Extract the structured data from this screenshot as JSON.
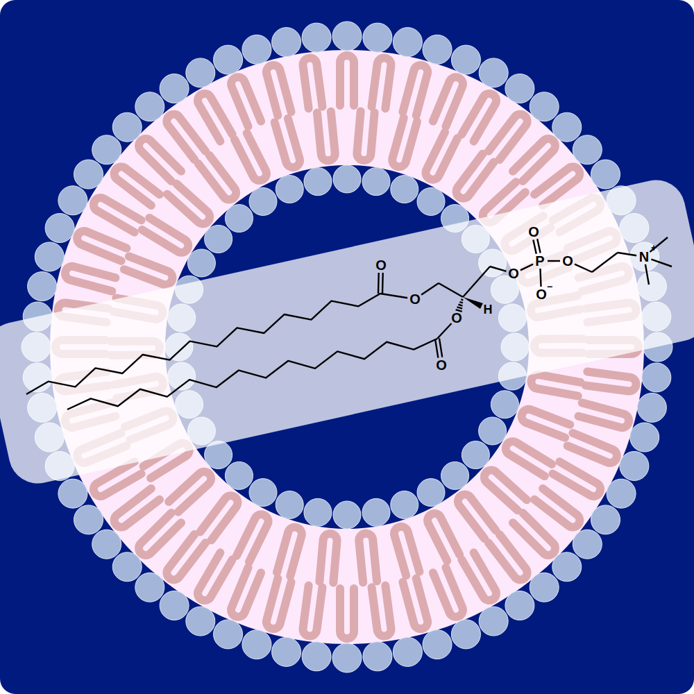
{
  "diagram": {
    "labels": [
      "O",
      "O",
      "O",
      "O",
      "H",
      "O",
      "P",
      "O",
      "O",
      "−",
      "O",
      "N",
      "+"
    ]
  }
}
